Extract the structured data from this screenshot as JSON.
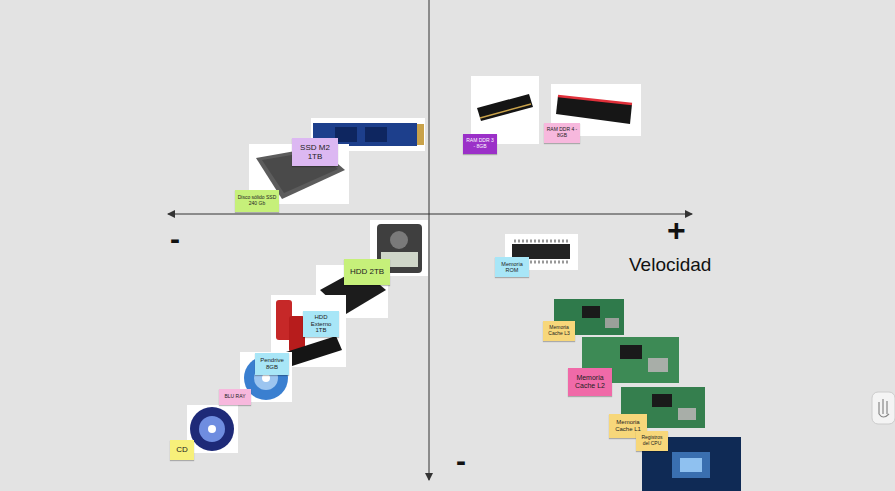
{
  "diagram": {
    "nodes": [
      {
        "text": [
          "RAM DDR 4 - 8GB"
        ]
      },
      {
        "text": [
          "RAM DDR 3 - 8GB"
        ]
      },
      {
        "text": [
          "SSD M2 1TB"
        ]
      },
      {
        "text": [
          "Disco sólido SSD 240 Gb"
        ]
      },
      {
        "text": [
          "Memoria ROM"
        ]
      },
      {
        "text": [
          "HDD 2TB"
        ]
      },
      {
        "text": [
          "HDD Externo 1TB"
        ]
      },
      {
        "text": [
          "Memoria Cache L3"
        ]
      },
      {
        "text": [
          "Pendrive 8GB"
        ]
      },
      {
        "text": [
          "Memoria Cache L2"
        ]
      },
      {
        "text": [
          "BLU RAY"
        ]
      },
      {
        "text": [
          "Memoria Cache L1"
        ]
      },
      {
        "text": [
          "Registros del CPU"
        ]
      },
      {
        "text": [
          "CD"
        ]
      }
    ],
    "labels": [
      "-",
      "+",
      "Velocidad",
      "-"
    ]
  }
}
